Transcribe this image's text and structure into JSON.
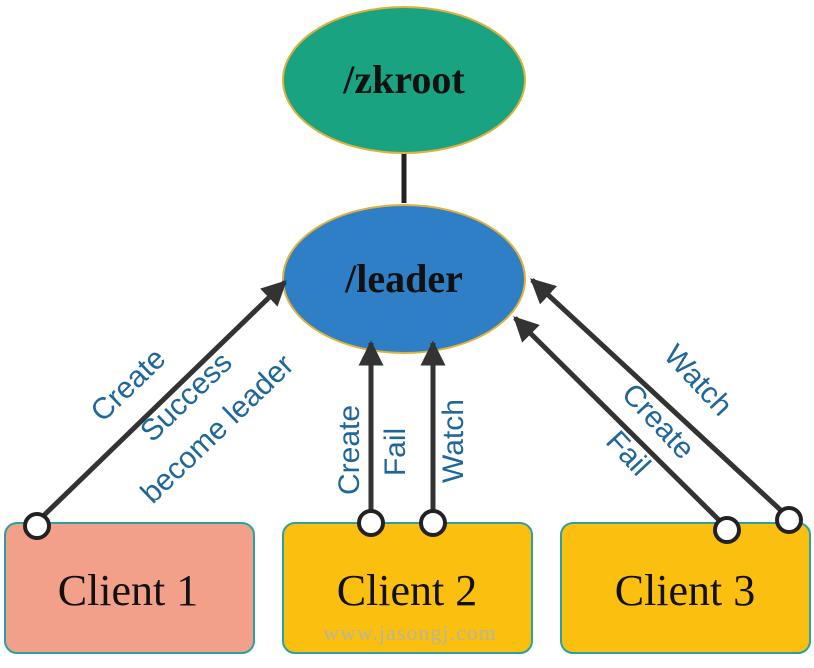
{
  "nodes": {
    "root": {
      "label": "/zkroot",
      "color": "#1aa381"
    },
    "leader": {
      "label": "/leader",
      "color": "#2e7fc5"
    }
  },
  "clients": [
    {
      "label": "Client 1",
      "color": "#f2a08a"
    },
    {
      "label": "Client 2",
      "color": "#fbbf10"
    },
    {
      "label": "Client 3",
      "color": "#fbbf10"
    }
  ],
  "edge_labels": {
    "client1": {
      "create": "Create",
      "success": "Success",
      "become_leader": "become leader"
    },
    "client2": {
      "create": "Create",
      "fail": "Fail",
      "watch": "Watch"
    },
    "client3": {
      "watch": "Watch",
      "create": "Create",
      "fail": "Fail"
    }
  },
  "watermark": "www.jasongj.com"
}
